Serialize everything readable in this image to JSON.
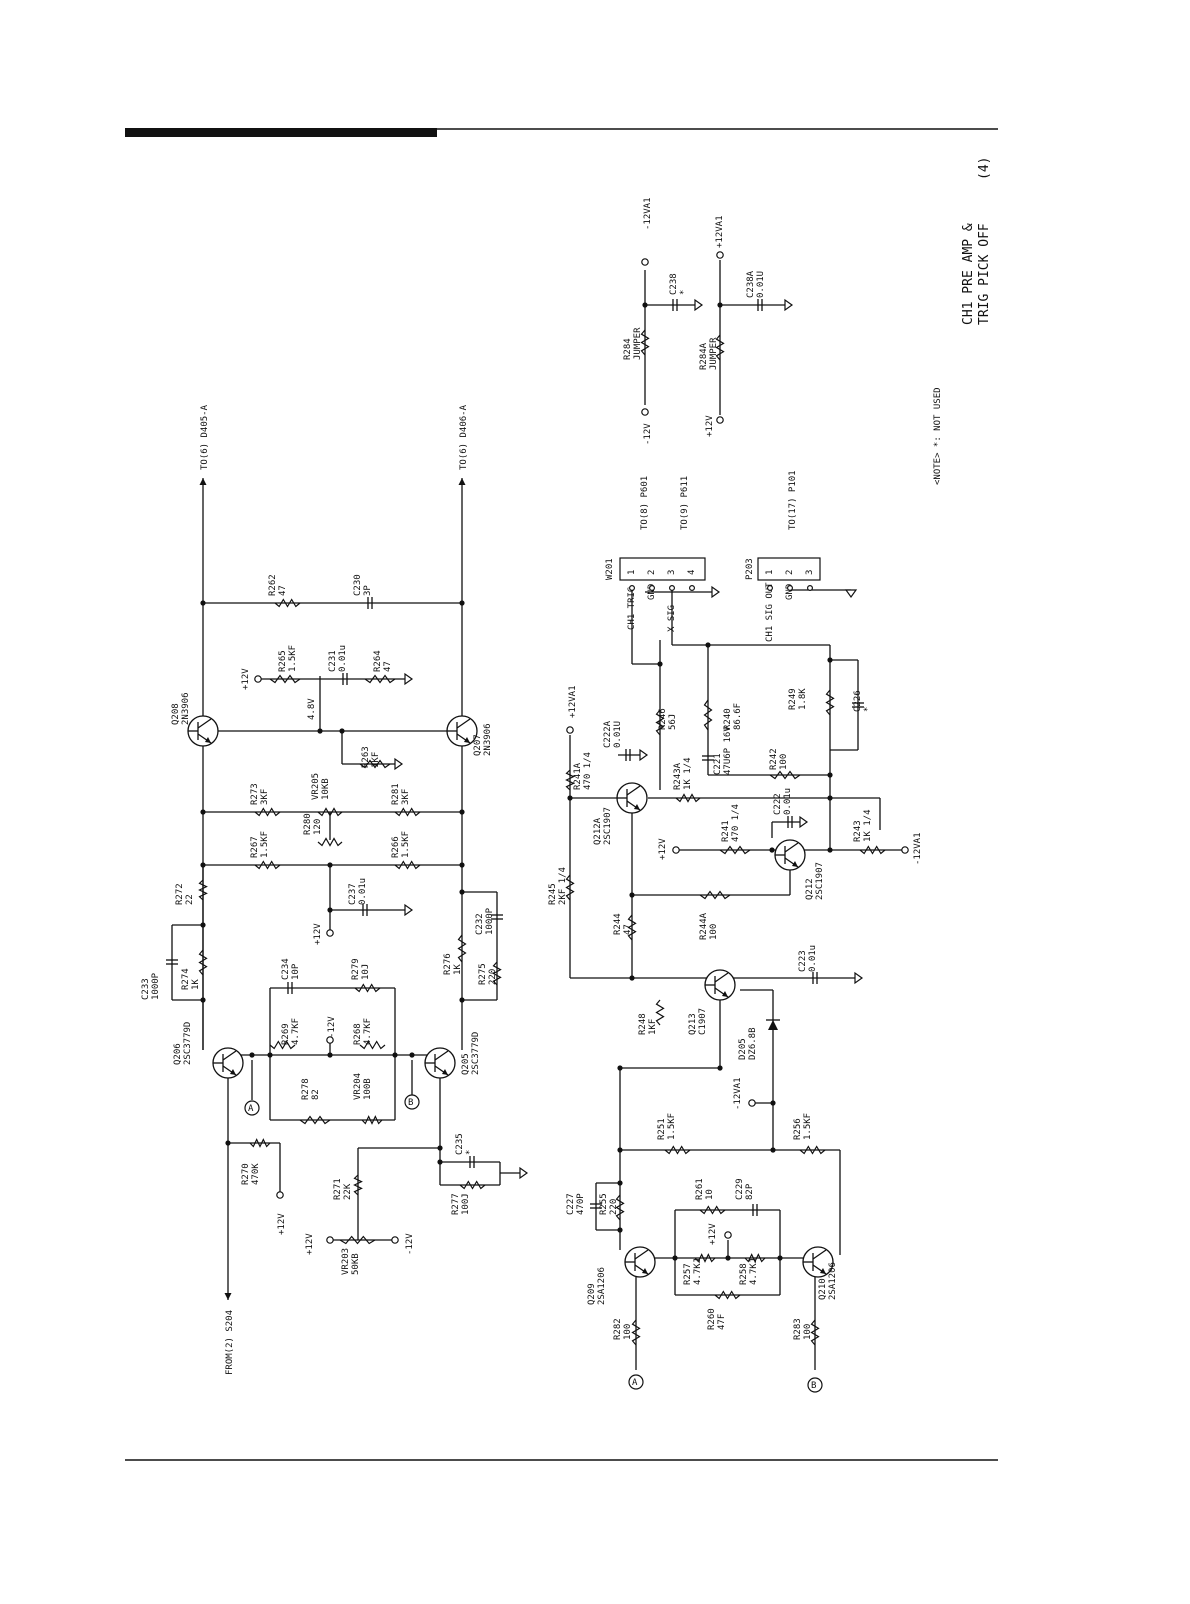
{
  "title": {
    "line1": "CH1 PRE AMP &",
    "line2": "TRIG PICK OFF"
  },
  "page_number": "(4)",
  "note": "<NOTE> *: NOT USED",
  "offpage": {
    "to_d405": "TO(6) D405-A",
    "to_d406": "TO(6) D406-A",
    "from_s204": "FROM(2) S204",
    "to_p601": "TO(8) P601",
    "to_p611": "TO(9) P611",
    "to_p101": "TO(17) P101"
  },
  "rails": {
    "p12": "+12V",
    "m12": "-12V",
    "p12va1": "+12VA1",
    "m12va1": "-12VA1",
    "v48": "4.8V"
  },
  "connector_labels": {
    "a": "A",
    "b": "B"
  },
  "connectors": {
    "w201": {
      "ref": "W201",
      "pins": [
        "1",
        "2",
        "3",
        "4"
      ],
      "sigs": [
        "CH1 TRIG",
        "GND",
        "X SIG",
        ""
      ]
    },
    "p203": {
      "ref": "P203",
      "pins": [
        "1",
        "2",
        "3"
      ],
      "sigs": [
        "CH1 SIG OUT",
        "GND",
        ""
      ]
    }
  },
  "parts": {
    "q208": [
      "Q208",
      "2N3906"
    ],
    "q207": [
      "Q207",
      "2N3906"
    ],
    "q206": [
      "Q206",
      "2SC3779D"
    ],
    "q205": [
      "Q205",
      "2SC3779D"
    ],
    "q212a": [
      "Q212A",
      "2SC1907"
    ],
    "q212": [
      "Q212",
      "2SC1907"
    ],
    "q213": [
      "Q213",
      "C1907"
    ],
    "q209": [
      "Q209",
      "2SA1206"
    ],
    "q210": [
      "Q210",
      "2SA1206"
    ],
    "d205": [
      "D205",
      "DZ6.8B"
    ],
    "r262": [
      "R262",
      "47"
    ],
    "c230": [
      "C230",
      "3P"
    ],
    "r265": [
      "R265",
      "1.5KF"
    ],
    "c231": [
      "C231",
      "0.01u"
    ],
    "r264": [
      "R264",
      "47"
    ],
    "r263": [
      "R263",
      "1KF"
    ],
    "r273": [
      "R273",
      "3KF"
    ],
    "vr205": [
      "VR205",
      "10KB"
    ],
    "r281": [
      "R281",
      "3KF"
    ],
    "r267": [
      "R267",
      "1.5KF"
    ],
    "r280": [
      "R280",
      "120"
    ],
    "r266": [
      "R266",
      "1.5KF"
    ],
    "r272": [
      "R272",
      "22"
    ],
    "c237": [
      "C237",
      "0.01u"
    ],
    "c233": [
      "C233",
      "1000P"
    ],
    "r274": [
      "R274",
      "1K"
    ],
    "c234": [
      "C234",
      "10P"
    ],
    "r279": [
      "R279",
      "10J"
    ],
    "r269": [
      "R269",
      "4.7KF"
    ],
    "r268": [
      "R268",
      "4.7KF"
    ],
    "r276": [
      "R276",
      "1K"
    ],
    "c232": [
      "C232",
      "1000P"
    ],
    "r275": [
      "R275",
      "220"
    ],
    "r278": [
      "R278",
      "82"
    ],
    "vr204": [
      "VR204",
      "100B"
    ],
    "c235": [
      "C235",
      "*"
    ],
    "r277": [
      "R277",
      "100J"
    ],
    "r270": [
      "R270",
      "470K"
    ],
    "r271": [
      "R271",
      "22K"
    ],
    "vr203": [
      "VR203",
      "50KB"
    ],
    "c238": [
      "C238",
      "*"
    ],
    "r284": [
      "R284",
      "JUMPER"
    ],
    "c238a": [
      "C238A",
      "0.01U"
    ],
    "r284a": [
      "R284A",
      "JUMPER"
    ],
    "c222a": [
      "C222A",
      "0.01U"
    ],
    "r241a": [
      "R241A",
      "470 1/4"
    ],
    "r246": [
      "R246",
      "56J"
    ],
    "r243a": [
      "R243A",
      "1K 1/4"
    ],
    "r240": [
      "R240",
      "86.6F"
    ],
    "c221": [
      "C221",
      "47U6P 16V"
    ],
    "r242": [
      "R242",
      "100"
    ],
    "r249": [
      "R249",
      "1.8K"
    ],
    "c226": [
      "C226",
      "*"
    ],
    "c222": [
      "C222",
      "0.01u"
    ],
    "r241": [
      "R241",
      "470 1/4"
    ],
    "r243": [
      "R243",
      "1K 1/4"
    ],
    "r245": [
      "R245",
      "2KF 1/4"
    ],
    "r244": [
      "R244",
      "47"
    ],
    "r244a": [
      "R244A",
      "100"
    ],
    "c223": [
      "C223",
      "0.01u"
    ],
    "r248": [
      "R248",
      "1KF"
    ],
    "r251": [
      "R251",
      "1.5KF"
    ],
    "r256": [
      "R256",
      "1.5KF"
    ],
    "c227": [
      "C227",
      "470P"
    ],
    "r255": [
      "R255",
      "220"
    ],
    "r261": [
      "R261",
      "10"
    ],
    "c229": [
      "C229",
      "82P"
    ],
    "r257": [
      "R257",
      "4.7KJ"
    ],
    "r258": [
      "R258",
      "4.7KJ"
    ],
    "r260": [
      "R260",
      "47F"
    ],
    "r282": [
      "R282",
      "100"
    ],
    "r283": [
      "R283",
      "100"
    ]
  }
}
